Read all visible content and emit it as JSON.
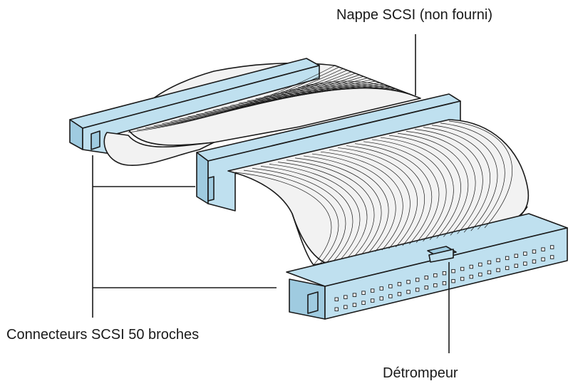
{
  "labels": {
    "ribbon": "Nappe SCSI (non fourni)",
    "connectors": "Connecteurs SCSI 50 broches",
    "key": "Détrompeur"
  },
  "colors": {
    "connector_fill": "#bfe0ef",
    "connector_dark": "#9fcbe0",
    "ribbon_fill": "#f2f2f2",
    "stroke": "#1a1a1a"
  }
}
